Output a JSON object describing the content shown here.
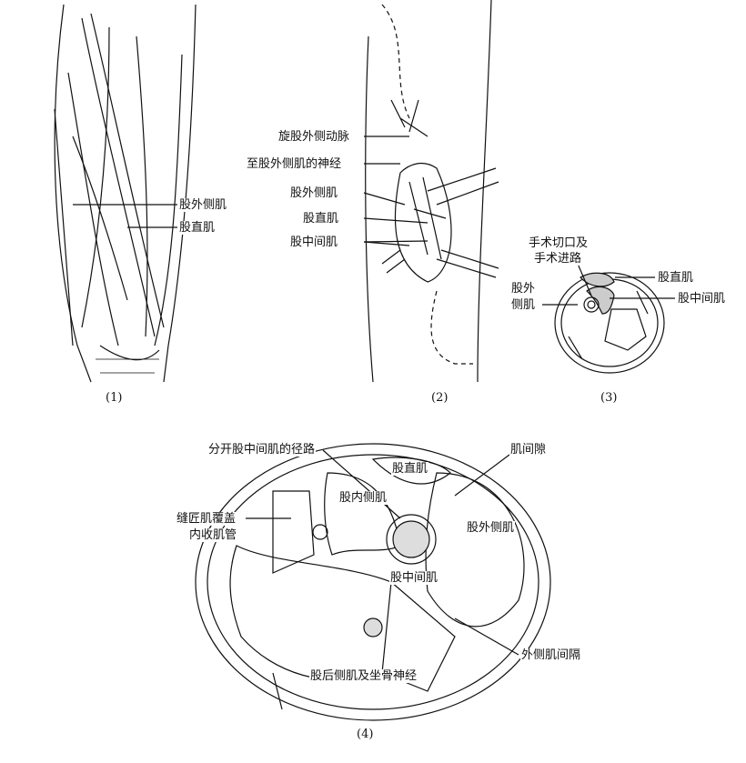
{
  "panel1": {
    "caption": "(1)",
    "labels": [
      "股外侧肌",
      "股直肌"
    ]
  },
  "panel2": {
    "caption": "(2)",
    "labels": [
      "旋股外侧动脉",
      "至股外侧肌的神经",
      "股外侧肌",
      "股直肌",
      "股中间肌"
    ]
  },
  "panel3": {
    "caption": "(3)",
    "labels": [
      "手术切口及",
      "手术进路",
      "股直肌",
      "股外",
      "侧肌",
      "股中间肌"
    ]
  },
  "panel4": {
    "caption": "(4)",
    "labels": [
      "分开股中间肌的径路",
      "肌间隙",
      "股直肌",
      "股内侧肌",
      "缝匠肌覆盖",
      "内收肌管",
      "股外侧肌",
      "股中间肌",
      "外侧肌间隔",
      "股后侧肌及坐骨神经"
    ]
  }
}
